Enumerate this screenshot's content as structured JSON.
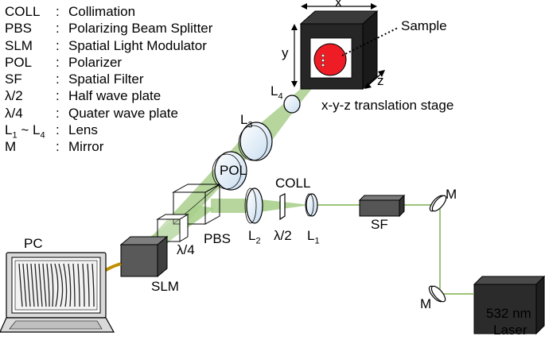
{
  "legend": [
    {
      "abbr": "COLL",
      "desc": "Collimation"
    },
    {
      "abbr": "PBS",
      "desc": "Polarizing Beam Splitter"
    },
    {
      "abbr": "SLM",
      "desc": "Spatial Light Modulator"
    },
    {
      "abbr": "POL",
      "desc": "Polarizer"
    },
    {
      "abbr": "SF",
      "desc": "Spatial Filter"
    },
    {
      "abbr": "λ/2",
      "desc": "Half wave plate"
    },
    {
      "abbr": "λ/4",
      "desc": "Quater wave plate"
    },
    {
      "abbr_parts": [
        "L",
        "1",
        " ~ L",
        "4"
      ],
      "desc": "Lens"
    },
    {
      "abbr": "M",
      "desc": "Mirror"
    }
  ],
  "colon": ":",
  "labels": {
    "pc": "PC",
    "slm": "SLM",
    "lambda4": "λ/4",
    "pbs": "PBS",
    "pol": "POL",
    "l3": [
      "L",
      "3"
    ],
    "l4": [
      "L",
      "4"
    ],
    "l2": [
      "L",
      "2"
    ],
    "l1": [
      "L",
      "1"
    ],
    "lambda2": "λ/2",
    "coll": "COLL",
    "sf": "SF",
    "m_top": "M",
    "m_bottom": "M",
    "laser_line1": "532 nm",
    "laser_line2": "Laser",
    "sample": "Sample",
    "stage": "x-y-z translation stage",
    "axis_x": "x",
    "axis_y": "y",
    "axis_z": "z"
  },
  "colors": {
    "beam_dark": "#7db04f",
    "beam_light": "#c5e0b3",
    "lens_fill": "#d9e8f6",
    "sample_red": "#ee1c24",
    "box_dark": "#262626",
    "slm_gray": "#595959",
    "cable": "#bf8f00"
  }
}
